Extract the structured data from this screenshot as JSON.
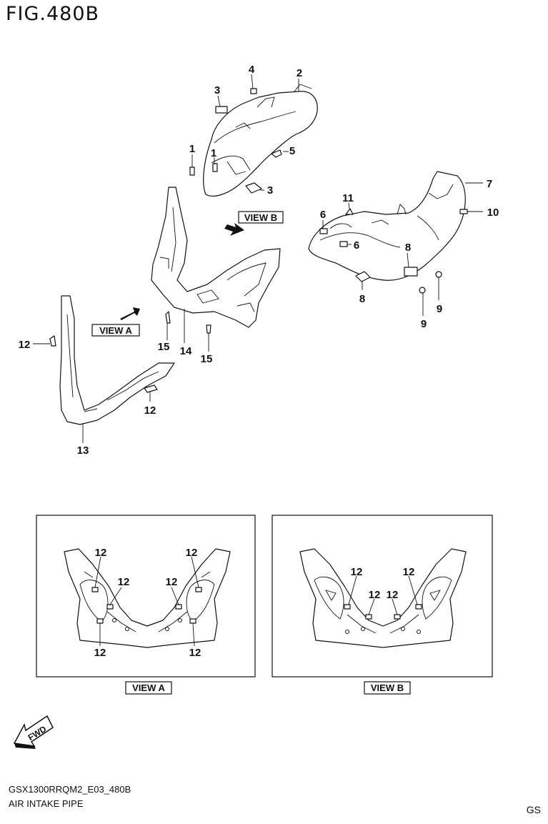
{
  "figure_title": "FIG.480B",
  "callouts": {
    "c1a": "1",
    "c1b": "1",
    "c2": "2",
    "c3a": "3",
    "c3b": "3",
    "c4": "4",
    "c5": "5",
    "c6a": "6",
    "c6b": "6",
    "c7": "7",
    "c8a": "8",
    "c8b": "8",
    "c9a": "9",
    "c9b": "9",
    "c10": "10",
    "c11": "11",
    "c12a": "12",
    "c12b": "12",
    "c13": "13",
    "c14": "14",
    "c15a": "15",
    "c15b": "15"
  },
  "view_labels": {
    "view_a": "VIEW A",
    "view_b": "VIEW B"
  },
  "view_a_callouts": [
    "12",
    "12",
    "12",
    "12",
    "12",
    "12"
  ],
  "view_b_callouts": [
    "12",
    "12",
    "12",
    "12"
  ],
  "fwd_label": "FWD",
  "footer": {
    "model_code": "GSX1300RRQM2_E03_480B",
    "part_name": "AIR INTAKE PIPE",
    "region": "GS"
  }
}
